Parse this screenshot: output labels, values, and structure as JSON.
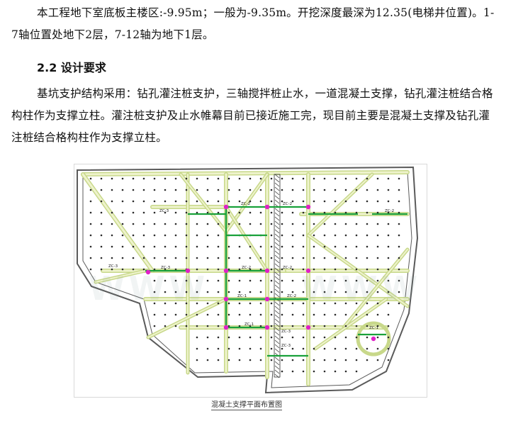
{
  "body": {
    "paragraph_1": "本工程地下室底板主楼区:-9.95m；一般为-9.35m。开挖深度最深为12.35(电梯井位置)。1-7轴位置处地下2层，7-12轴为地下1层。",
    "heading": "2.2 设计要求",
    "paragraph_2": "基坑支护结构采用：钻孔灌注桩支护，三轴搅拌桩止水，一道混凝土支撑，钻孔灌注桩结合格构柱作为支撑立柱。灌注桩支护及止水帷幕目前已接近施工完，现目前主要是混凝土支撑及钻孔灌注桩结合格构柱作为支撑立柱。"
  },
  "figure": {
    "caption": "混凝土支撑平面布置图",
    "watermark": "WWW",
    "labels": [
      "ZC-3",
      "ZC-3",
      "ZC-3",
      "ZC-2",
      "ZC-2",
      "ZC-2",
      "ZC-1",
      "ZC-2",
      "ZC-2",
      "ZC-1",
      "ZC-3",
      "ZC-3",
      "ZC-2",
      "ZC-1"
    ],
    "colors": {
      "outline": "#5a5a5a",
      "strut": "#c8d88a",
      "strut_fill": "#eef3cc",
      "beam": "#19a13a",
      "node": "#e020c8",
      "column": "#2a2a2a"
    }
  }
}
